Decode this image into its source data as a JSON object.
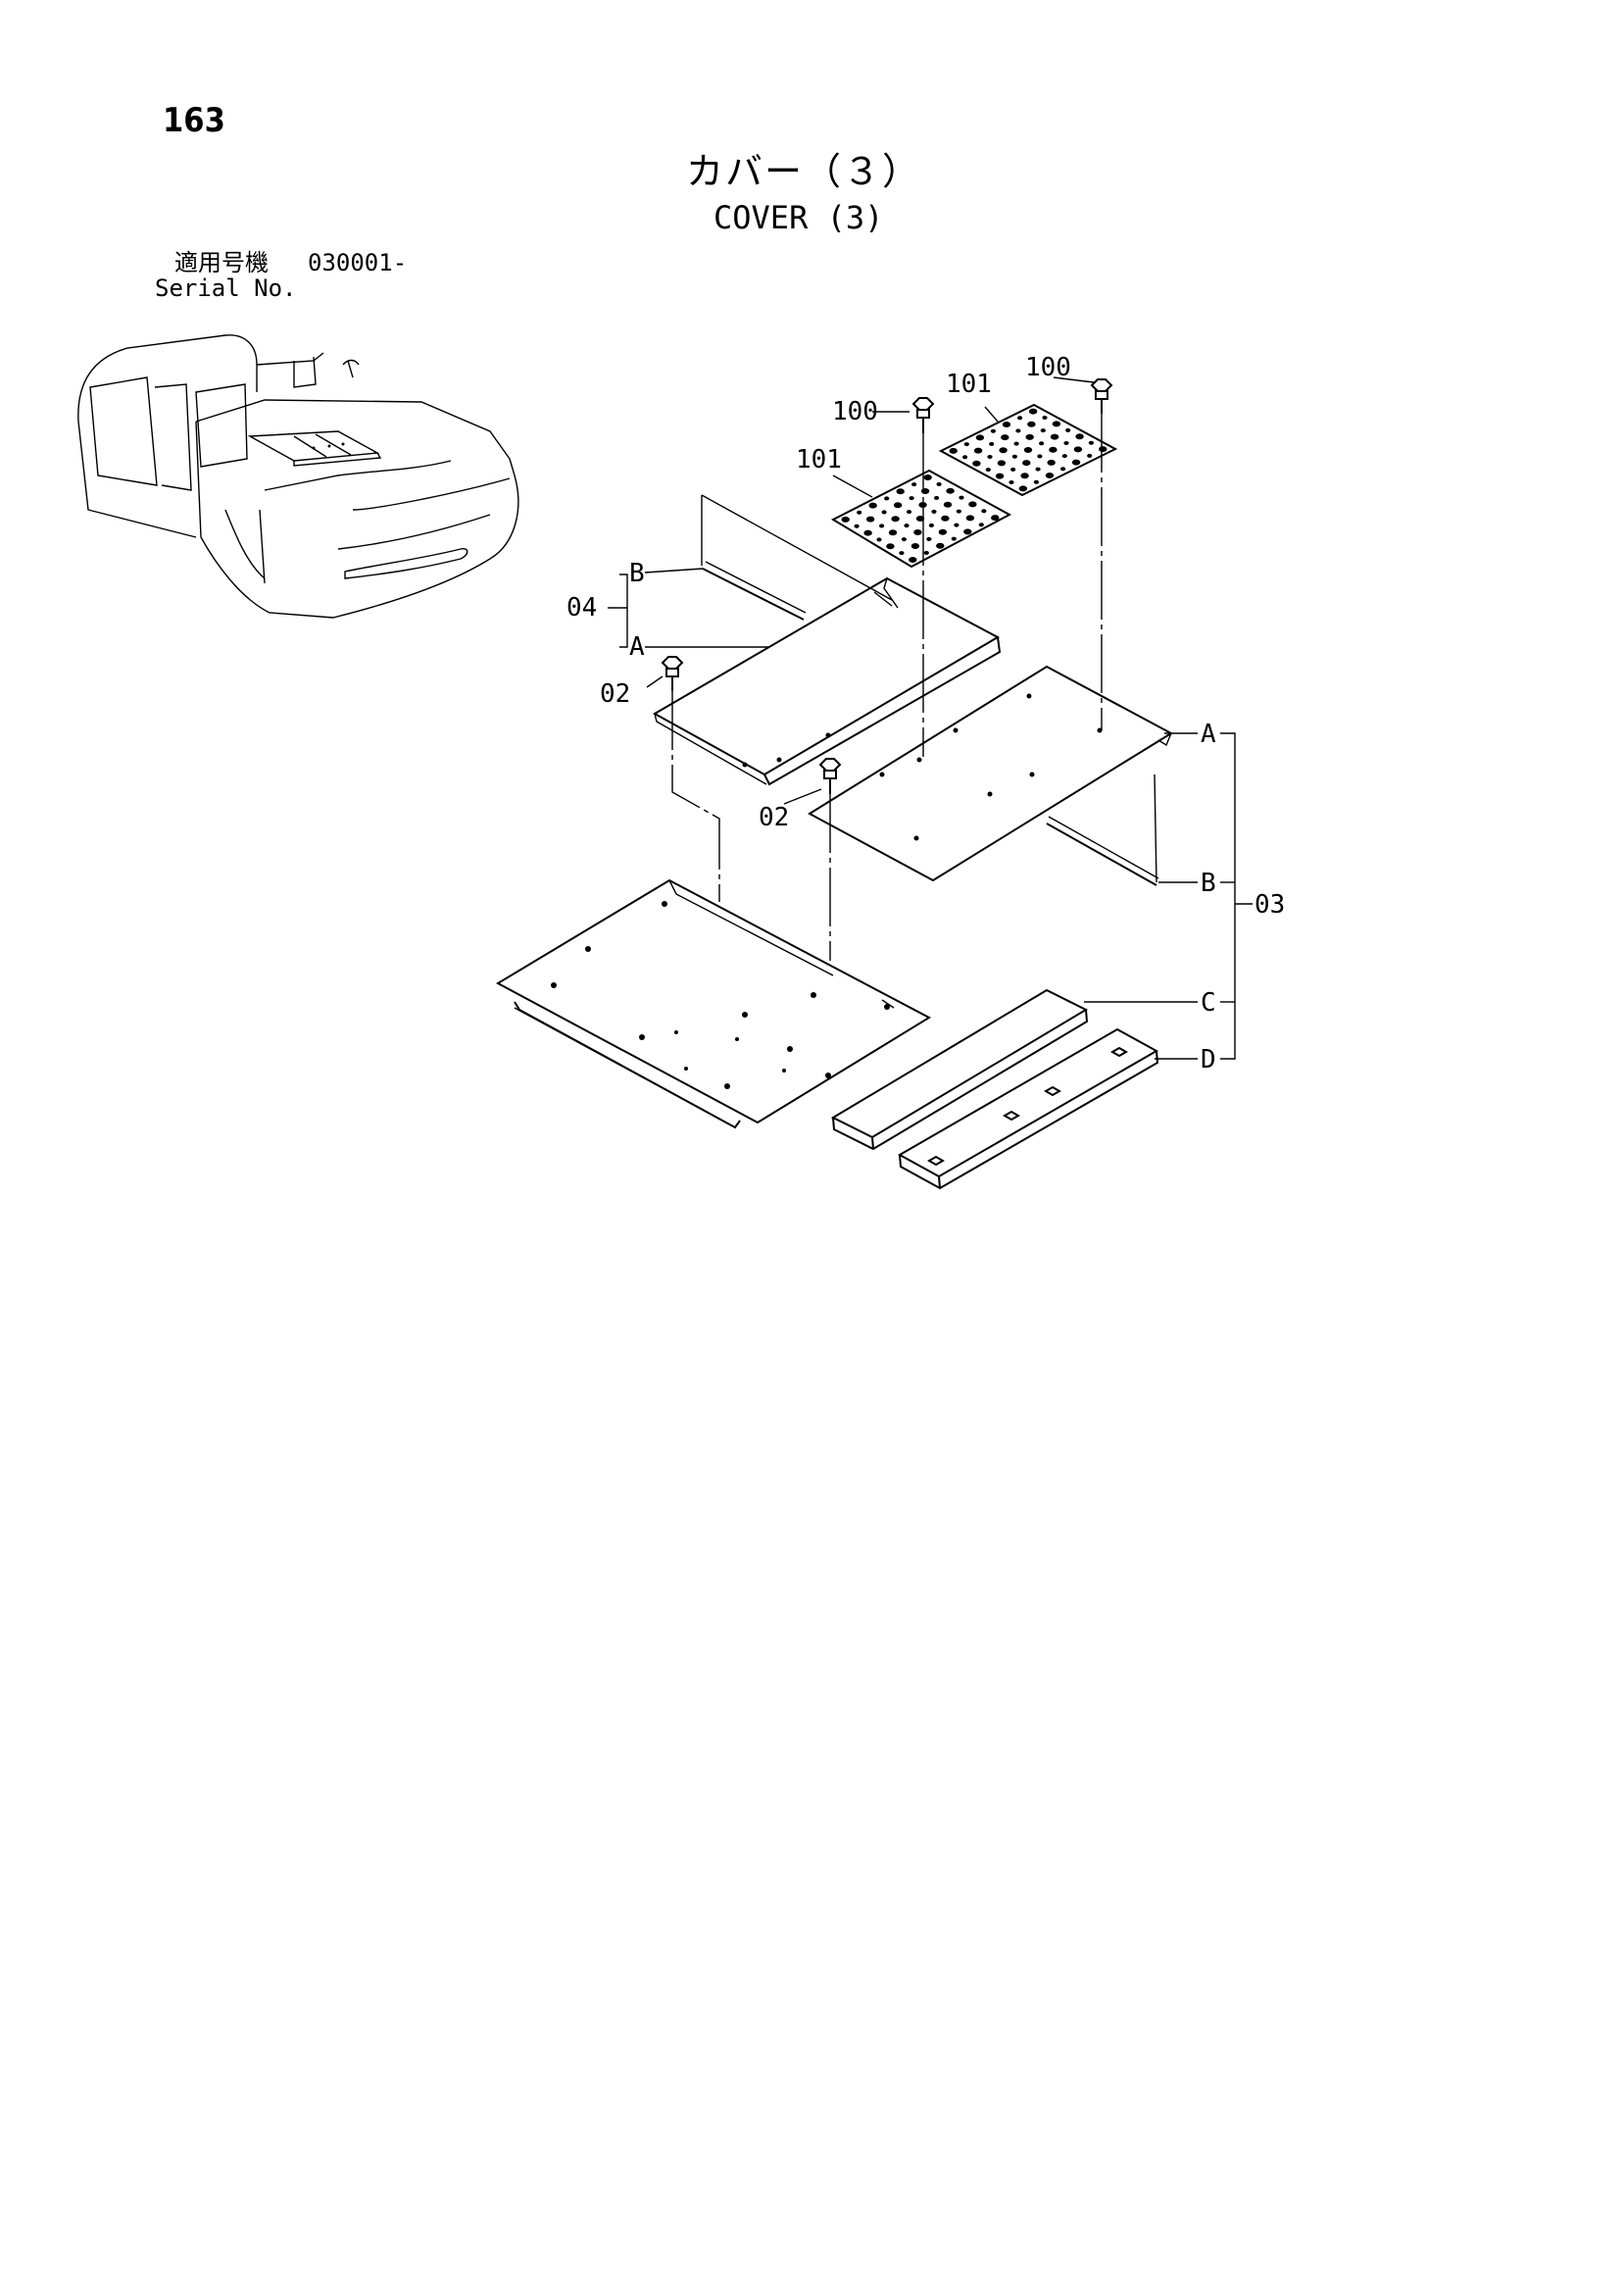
{
  "header": {
    "page_number": "163",
    "title_ja": "カバー（３）",
    "title_en": "COVER (3)",
    "serial_label_ja": "適用号機",
    "serial_value": "030001-",
    "serial_label_en": "Serial No."
  },
  "callouts": {
    "c100_left": "100",
    "c100_right": "100",
    "c101_left": "101",
    "c101_right": "101",
    "c04": "04",
    "c04_b": "B",
    "c04_a": "A",
    "c02_left": "02",
    "c02_mid": "02",
    "c03": "03",
    "c03_a": "A",
    "c03_b": "B",
    "c03_c": "C",
    "c03_d": "D"
  }
}
